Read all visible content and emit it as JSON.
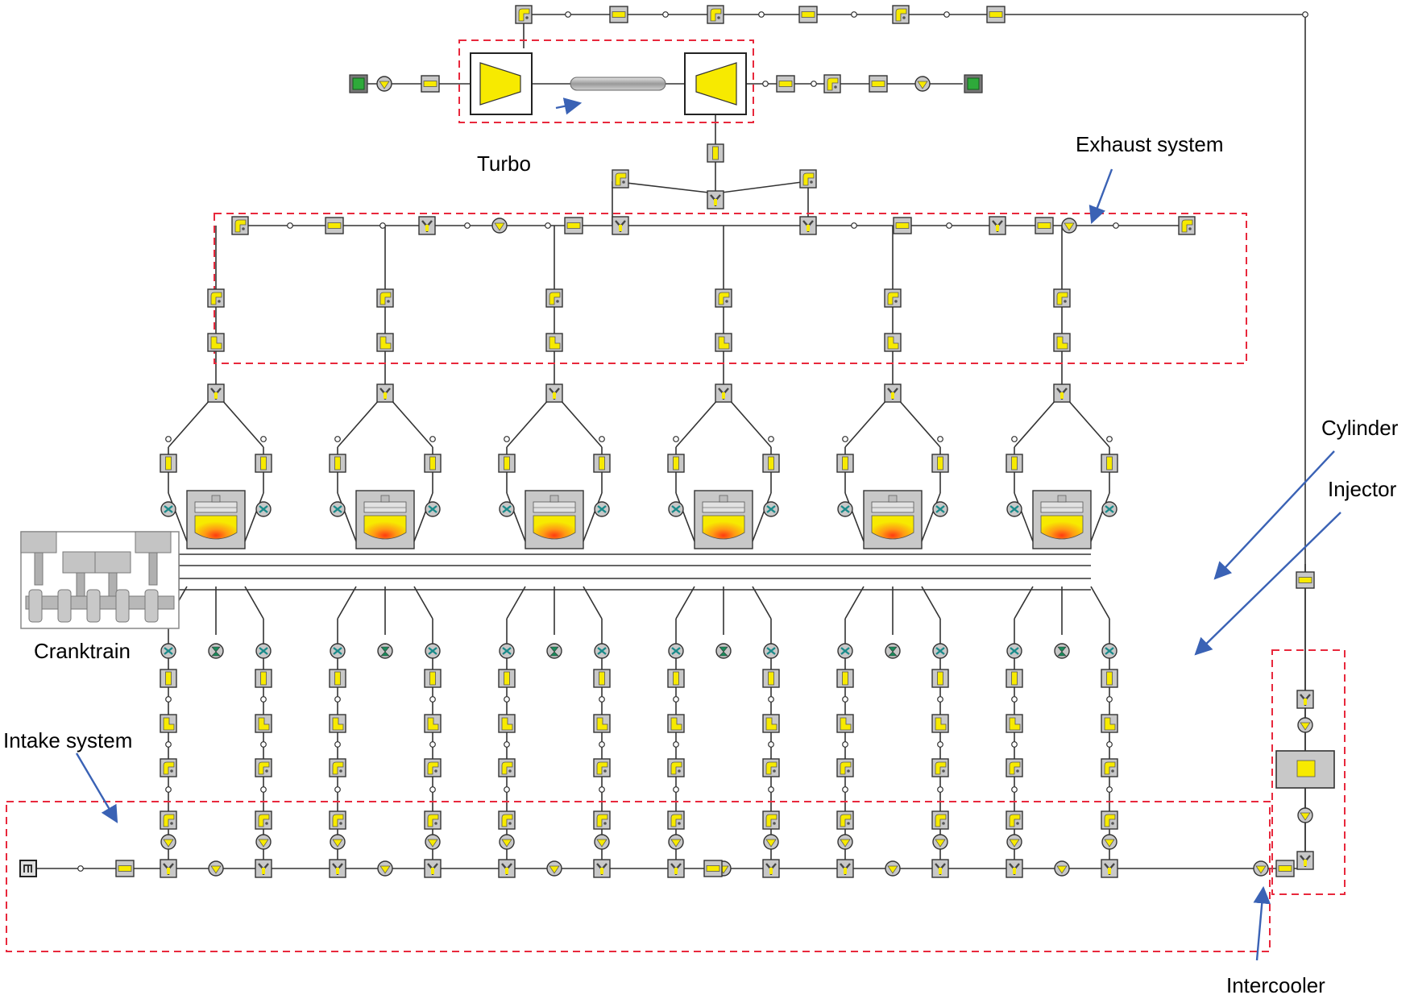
{
  "labels": {
    "turbo": "Turbo",
    "exhaust": "Exhaust system",
    "cylinder": "Cylinder",
    "injector": "Injector",
    "cranktrain": "Cranktrain",
    "intake": "Intake system",
    "intercooler": "Intercooler"
  },
  "cylinder_count": 6,
  "colors": {
    "component_fill": "#c8c8c8",
    "component_stroke": "#333333",
    "highlight": "#f7ea00",
    "boundary": "#2eaa3a",
    "flame": "#ff5a1e",
    "zone": "#e8283c",
    "callout": "#3a62b5",
    "valve_symbol": "#1a8a8a"
  },
  "icons": {
    "pipe": "pipe-icon",
    "bend": "bend-icon",
    "split": "flowsplit-icon",
    "orifice": "orifice-icon",
    "valve": "valve-icon",
    "injector": "injector-icon",
    "cylinder": "cylinder-icon",
    "compressor": "compressor-icon",
    "turbine": "turbine-icon",
    "shaft": "shaft-icon",
    "boundary": "boundary-icon",
    "cooler": "intercooler-icon",
    "cranktrain": "cranktrain-icon"
  }
}
